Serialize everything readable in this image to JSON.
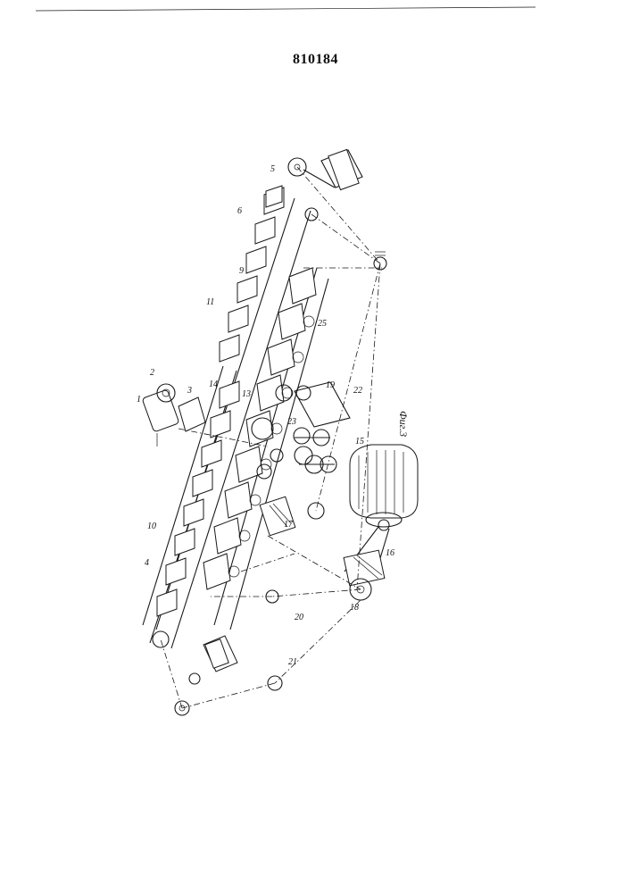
{
  "header": {
    "patent_number": "810184"
  },
  "figure": {
    "caption": "Фиг.3",
    "labels": {
      "l1": "1",
      "l2": "2",
      "l3": "3",
      "l4": "4",
      "l5": "5",
      "l6": "6",
      "l9": "9",
      "l10": "10",
      "l11": "11",
      "l13": "13",
      "l14": "14",
      "l15": "15",
      "l16": "16",
      "l17": "17",
      "l18": "18",
      "l19": "19",
      "l20": "20",
      "l21": "21",
      "l22": "22",
      "l23": "23",
      "l25": "25"
    }
  }
}
